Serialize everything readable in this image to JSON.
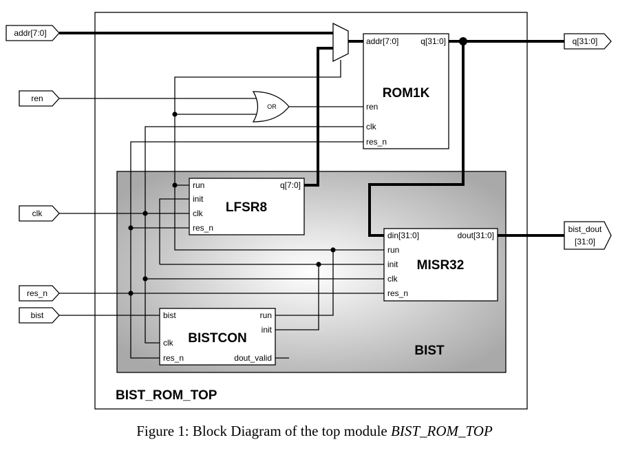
{
  "ports": {
    "addr": "addr[7:0]",
    "ren": "ren",
    "clk": "clk",
    "res_n": "res_n",
    "bist": "bist",
    "q": "q[31:0]",
    "bist_dout_1": "bist_dout",
    "bist_dout_2": "[31:0]"
  },
  "rom": {
    "name": "ROM1K",
    "pin_addr": "addr[7:0]",
    "pin_q": "q[31:0]",
    "pin_ren": "ren",
    "pin_clk": "clk",
    "pin_res_n": "res_n"
  },
  "or_gate": {
    "label": "OR"
  },
  "lfsr": {
    "name": "LFSR8",
    "pin_run": "run",
    "pin_init": "init",
    "pin_clk": "clk",
    "pin_res_n": "res_n",
    "pin_q": "q[7:0]"
  },
  "misr": {
    "name": "MISR32",
    "pin_din": "din[31:0]",
    "pin_dout": "dout[31:0]",
    "pin_run": "run",
    "pin_init": "init",
    "pin_clk": "clk",
    "pin_res_n": "res_n"
  },
  "bistcon": {
    "name": "BISTCON",
    "pin_bist": "bist",
    "pin_run": "run",
    "pin_init": "init",
    "pin_clk": "clk",
    "pin_res_n": "res_n",
    "pin_dout_valid": "dout_valid"
  },
  "bist_region": {
    "label": "BIST"
  },
  "top_module": {
    "label": "BIST_ROM_TOP"
  },
  "caption": {
    "prefix": "Figure 1: Block Diagram of the top module",
    "module": "BIST_ROM_TOP"
  },
  "colors": {
    "bist_gradient_center": "#ffffff",
    "bist_gradient_edge": "#a9a9a9",
    "line": "#000000"
  }
}
